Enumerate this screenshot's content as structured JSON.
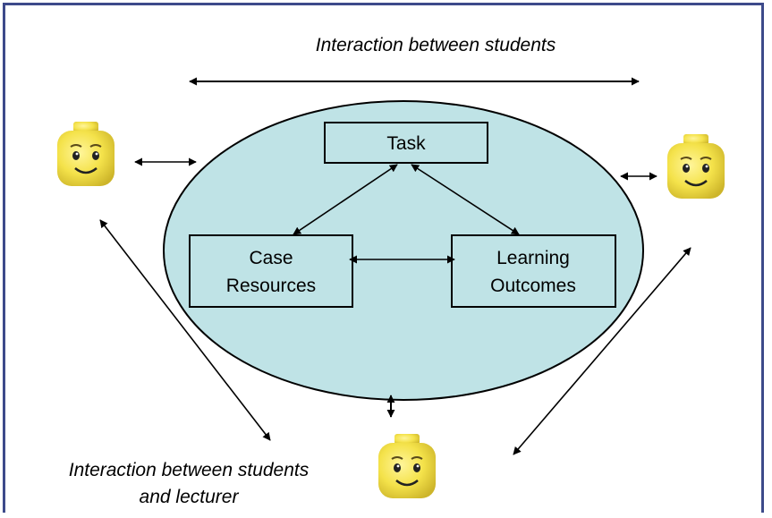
{
  "labels": {
    "top_caption": "Interaction between students",
    "bottom_caption_line1": "Interaction between students",
    "bottom_caption_line2": "and lecturer",
    "task": "Task",
    "case_line1": "Case",
    "case_line2": "Resources",
    "learning_line1": "Learning",
    "learning_line2": "Outcomes"
  },
  "colors": {
    "ellipse_fill": "#bfe3e6",
    "frame": "#3d4a8a",
    "head_yellow": "#f4e24a",
    "head_shadow": "#d9c232"
  },
  "icons": {
    "student_heads": [
      "lego-head-icon",
      "lego-head-icon",
      "lego-head-icon"
    ],
    "lecturer_head": "lego-head-icon"
  }
}
